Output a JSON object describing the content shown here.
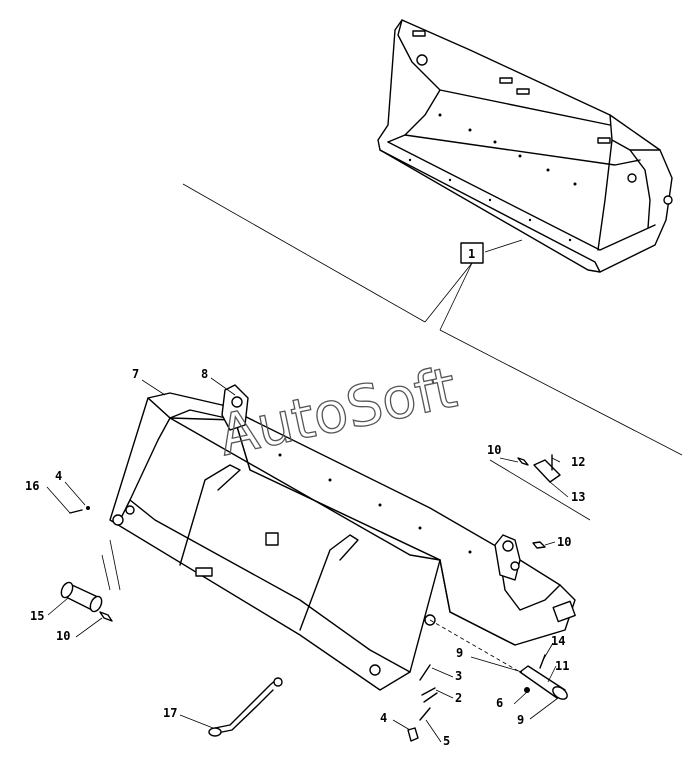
{
  "watermark": "AutoSoft",
  "callouts": [
    "1",
    "2",
    "3",
    "4",
    "4",
    "5",
    "6",
    "7",
    "8",
    "9",
    "9",
    "10",
    "10",
    "10",
    "11",
    "12",
    "13",
    "14",
    "15",
    "16",
    "17"
  ],
  "colors": {
    "line": "#000000",
    "background": "#ffffff",
    "watermark": "#555555"
  }
}
